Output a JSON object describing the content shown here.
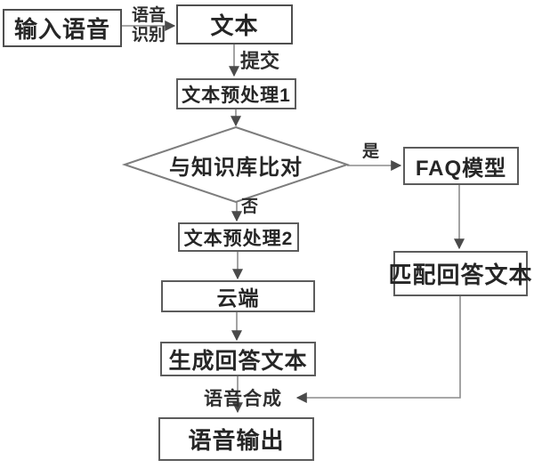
{
  "diagram": {
    "type": "flowchart",
    "nodes": {
      "input_voice": {
        "label": "输入语音"
      },
      "text": {
        "label": "文本"
      },
      "preprocess1": {
        "label": "文本预处理1"
      },
      "decision": {
        "label": "与知识库比对"
      },
      "faq_model": {
        "label": "FAQ模型"
      },
      "match_answer": {
        "label": "匹配回答文本"
      },
      "preprocess2": {
        "label": "文本预处理2"
      },
      "cloud": {
        "label": "云端"
      },
      "generate_answer": {
        "label": "生成回答文本"
      },
      "voice_output": {
        "label": "语音输出"
      }
    },
    "edge_labels": {
      "speech_recognition": "语音识别",
      "submit": "提交",
      "yes": "是",
      "no": "否",
      "speech_synthesis": "语音合成"
    },
    "colors": {
      "background": "#ffffff",
      "line": "#8c8c8c",
      "arrowhead": "#4a4a4a",
      "node_border": "#5c5c5c",
      "text": "#262626"
    }
  }
}
